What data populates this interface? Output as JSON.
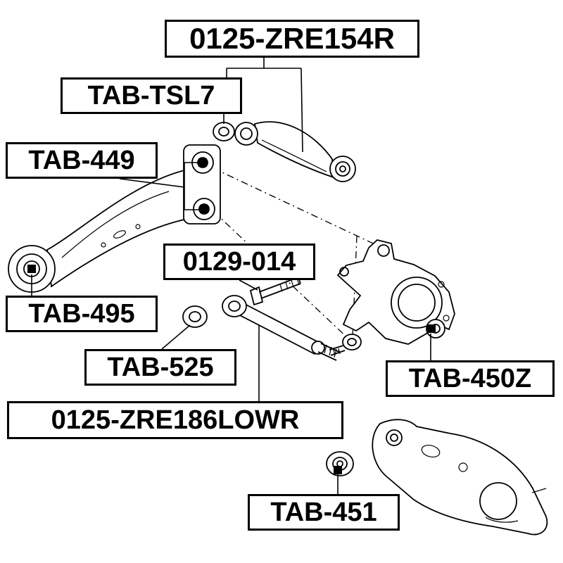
{
  "page": {
    "background": "#ffffff",
    "line_color": "#000000"
  },
  "labels": [
    {
      "id": "0125-ZRE154R",
      "text": "0125-ZRE154R"
    },
    {
      "id": "TAB-TSL7",
      "text": "TAB-TSL7"
    },
    {
      "id": "TAB-449",
      "text": "TAB-449"
    },
    {
      "id": "0129-014",
      "text": "0129-014"
    },
    {
      "id": "TAB-495",
      "text": "TAB-495"
    },
    {
      "id": "TAB-525",
      "text": "TAB-525"
    },
    {
      "id": "0125-ZRE186LOWR",
      "text": "0125-ZRE186LOWR"
    },
    {
      "id": "TAB-450Z",
      "text": "TAB-450Z"
    },
    {
      "id": "TAB-451",
      "text": "TAB-451"
    }
  ],
  "parts": [
    {
      "name": "trailing-arm"
    },
    {
      "name": "trailing-arm-front-bushing"
    },
    {
      "name": "trailing-arm-plate-bushings"
    },
    {
      "name": "small-bushing-tsl7"
    },
    {
      "name": "upper-control-arm"
    },
    {
      "name": "camber-bolt"
    },
    {
      "name": "lateral-rod"
    },
    {
      "name": "small-bushing-525"
    },
    {
      "name": "rear-axle-knuckle"
    },
    {
      "name": "knuckle-bushing-450z"
    },
    {
      "name": "lower-control-arm"
    },
    {
      "name": "lower-arm-bushing-451"
    }
  ]
}
